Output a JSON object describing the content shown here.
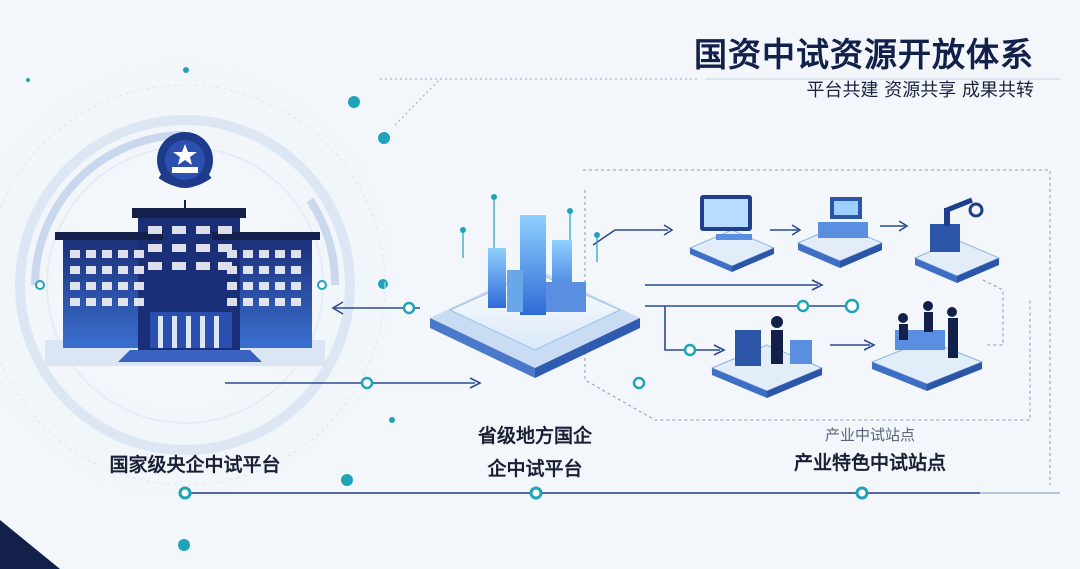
{
  "header": {
    "title": "国资中试资源开放体系",
    "subtitle": "平台共建 资源共享 成果共转"
  },
  "nodes": {
    "central": {
      "label": "国家级央企中试平台"
    },
    "provincial": {
      "label_line1": "省级地方国企",
      "label_line2": "企中试平台"
    },
    "stations": {
      "caption_small": "产业中试站点",
      "label": "产业特色中试站点"
    }
  },
  "colors": {
    "accent": "#1fa3b8",
    "navy": "#12204a",
    "blue": "#2b63c6",
    "light_blue": "#cfe0f5"
  }
}
